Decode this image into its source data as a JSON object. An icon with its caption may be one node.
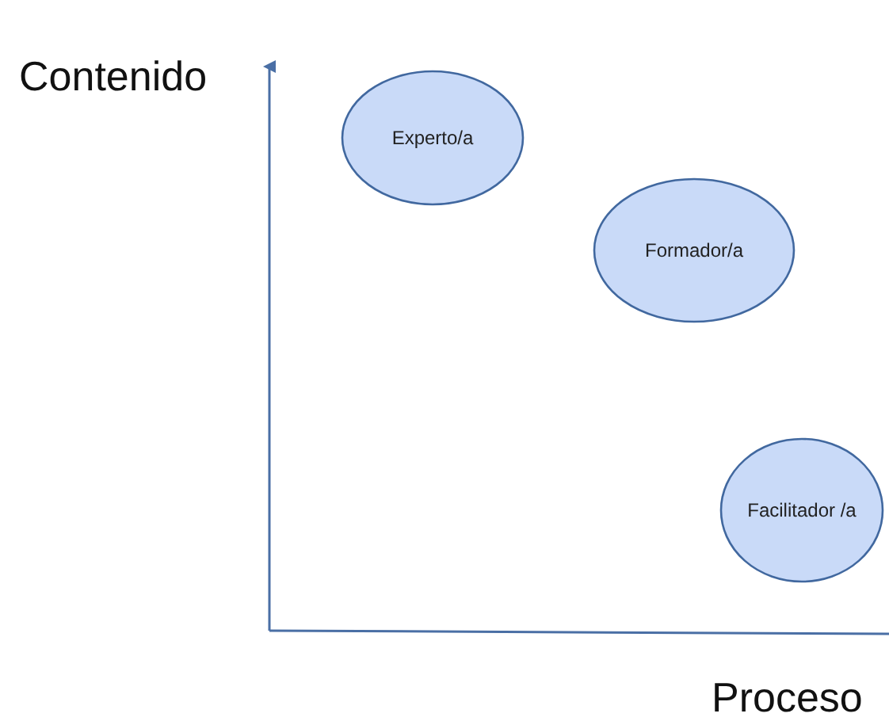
{
  "diagram": {
    "nodes": [
      {
        "text": [
          "Experto/a"
        ]
      },
      {
        "text": [
          "Formador/a"
        ]
      },
      {
        "text": [
          "Facilitador /a"
        ]
      }
    ],
    "labels": [
      "Contenido",
      "Proceso"
    ]
  }
}
